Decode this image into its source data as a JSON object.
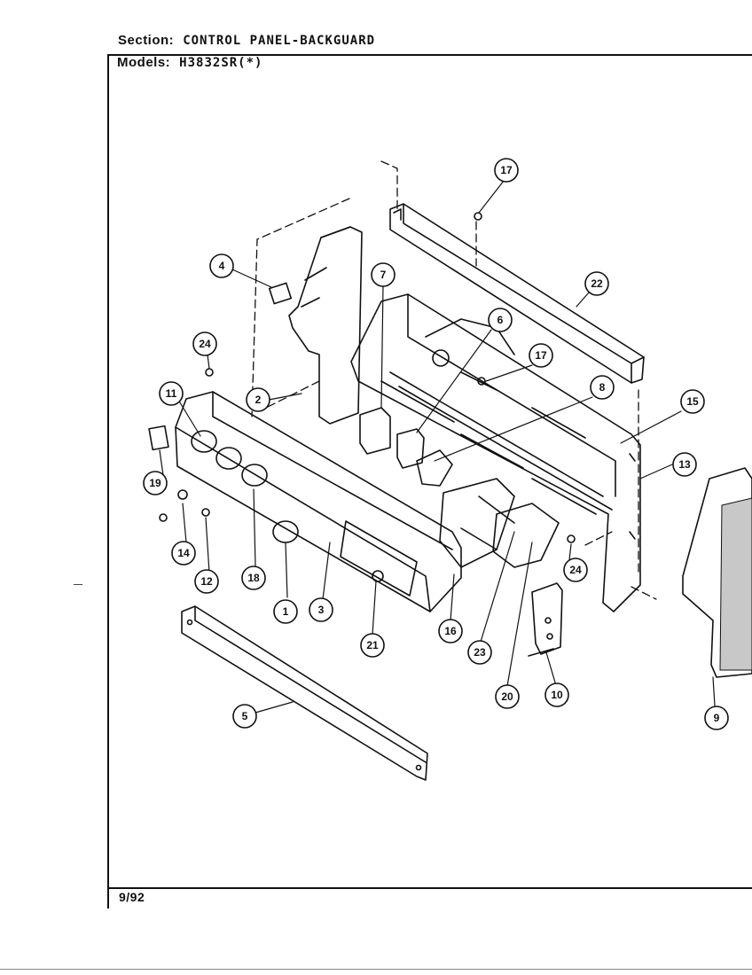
{
  "header": {
    "section_label": "Section:",
    "section_value": "CONTROL PANEL-BACKGUARD",
    "models_label": "Models:",
    "models_value": "H3832SR(*)"
  },
  "footer": {
    "date": "9/92"
  },
  "callouts": [
    "17",
    "22",
    "4",
    "7",
    "6",
    "17",
    "24",
    "8",
    "15",
    "11",
    "2",
    "13",
    "19",
    "14",
    "12",
    "18",
    "1",
    "3",
    "24",
    "21",
    "16",
    "23",
    "20",
    "10",
    "9",
    "5"
  ]
}
